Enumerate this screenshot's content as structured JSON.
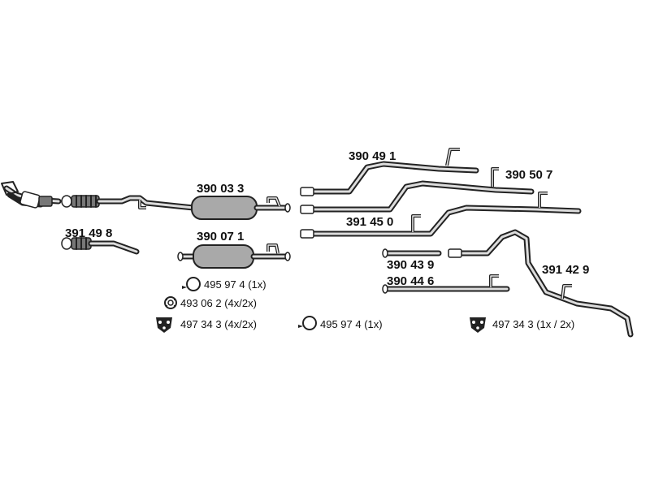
{
  "parts": {
    "p390491": "390 49 1",
    "p390507": "390 50 7",
    "p390033": "390 03 3",
    "p391450": "391 45 0",
    "p391498": "391 49 8",
    "p390071": "390 07 1",
    "p390439": "390 43 9",
    "p391429": "391 42 9",
    "p390446": "390 44 6"
  },
  "accessories": {
    "clamp_left": "495 97 4 (1x)",
    "gasket": "493 06 2 (4x/2x)",
    "mount_left": "497 34 3 (4x/2x)",
    "clamp_mid": "495 97 4 (1x)",
    "mount_right": "497 34 3 (1x / 2x)"
  },
  "icons": {
    "clamp_left": "clamp-ring-icon",
    "gasket": "gasket-icon",
    "mount_left": "rubber-mount-icon",
    "clamp_mid": "clamp-ring-icon",
    "mount_right": "rubber-mount-icon"
  }
}
